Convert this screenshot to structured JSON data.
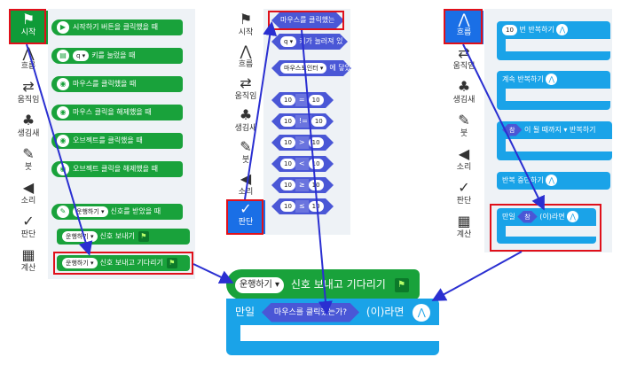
{
  "left_panel": {
    "categories": [
      {
        "label": "시작",
        "icon": "flag-icon",
        "glyph": "⚑"
      },
      {
        "label": "흐름",
        "icon": "flow-icon",
        "glyph": "⋀"
      },
      {
        "label": "움직임",
        "icon": "arrows-icon",
        "glyph": "⇄"
      },
      {
        "label": "생김새",
        "icon": "shapes-icon",
        "glyph": "♣"
      },
      {
        "label": "붓",
        "icon": "brush-icon",
        "glyph": "✎"
      },
      {
        "label": "소리",
        "icon": "speaker-icon",
        "glyph": "◀"
      },
      {
        "label": "판단",
        "icon": "check-icon",
        "glyph": "✓"
      },
      {
        "label": "계산",
        "icon": "calc-icon",
        "glyph": "▦"
      }
    ],
    "blocks": [
      {
        "text": "시작하기 버튼을 클릭했을 때",
        "icon_glyph": "▶"
      },
      {
        "dropdown": "q ▾",
        "text": "키를 눌렀을 때",
        "icon_glyph": "▤"
      },
      {
        "text": "마우스를 클릭했을 때",
        "icon_glyph": "◉"
      },
      {
        "text": "마우스 클릭을 해제했을 때",
        "icon_glyph": "◉"
      },
      {
        "text": "오브젝트를 클릭했을 때",
        "icon_glyph": "◉"
      },
      {
        "text": "오브젝트 클릭을 해제했을 때",
        "icon_glyph": "◉"
      },
      {
        "dropdown": "운행하기 ▾",
        "text": "신호를 받았을 때",
        "icon_glyph": "✎"
      },
      {
        "dropdown": "운행하기 ▾",
        "text": "신호 보내기",
        "flag": "⚑"
      },
      {
        "dropdown": "운행하기 ▾",
        "text": "신호 보내고 기다리기",
        "flag": "⚑"
      }
    ]
  },
  "middle_panel": {
    "categories": [
      {
        "label": "시작",
        "glyph": "⚑"
      },
      {
        "label": "흐름",
        "glyph": "⋀"
      },
      {
        "label": "움직임",
        "glyph": "⇄"
      },
      {
        "label": "생김새",
        "glyph": "♣"
      },
      {
        "label": "붓",
        "glyph": "✎"
      },
      {
        "label": "소리",
        "glyph": "◀"
      },
      {
        "label": "판단",
        "glyph": "✓"
      }
    ],
    "blocks": [
      {
        "text": "마우스를 클릭했는가?"
      },
      {
        "dropdown": "q ▾",
        "text": "키가 눌러져 있는가?"
      },
      {
        "dropdown": "마우스포인터 ▾",
        "text": "에 닿았는가?"
      }
    ],
    "comparisons": [
      {
        "left": "10",
        "op": "=",
        "right": "10"
      },
      {
        "left": "10",
        "op": "!=",
        "right": "10"
      },
      {
        "left": "10",
        "op": ">",
        "right": "10"
      },
      {
        "left": "10",
        "op": "<",
        "right": "10"
      },
      {
        "left": "10",
        "op": "≥",
        "right": "10"
      },
      {
        "left": "10",
        "op": "≤",
        "right": "10"
      }
    ]
  },
  "right_panel": {
    "categories": [
      {
        "label": "흐름",
        "glyph": "⋀"
      },
      {
        "label": "움직임",
        "glyph": "⇄"
      },
      {
        "label": "생김새",
        "glyph": "♣"
      },
      {
        "label": "붓",
        "glyph": "✎"
      },
      {
        "label": "소리",
        "glyph": "◀"
      },
      {
        "label": "판단",
        "glyph": "✓"
      },
      {
        "label": "계산",
        "glyph": "▦"
      }
    ],
    "blocks": {
      "repeat_count": "10",
      "repeat_text": "번 반복하기",
      "repeat_forever": "계속 반복하기",
      "repeat_until_value": "참",
      "repeat_until_mid": "이 될 때까지 ▾",
      "repeat_until_text": "반복하기",
      "stop_repeat": "반복 중단하기",
      "if_label": "만일",
      "if_value": "참",
      "if_suffix": "(이)라면"
    }
  },
  "composite": {
    "send_wait_dropdown": "운행하기 ▾",
    "send_wait_text": "신호 보내고 기다리기",
    "if_label": "만일",
    "condition": "마우스를 클릭했는가?",
    "if_suffix": "(이)라면"
  },
  "colors": {
    "start_green": "#19a23b",
    "flow_blue": "#1aa3e8",
    "judge_indigo": "#4a57d6",
    "highlight_red": "#e0101a",
    "arrow_blue": "#2a2fd1"
  }
}
